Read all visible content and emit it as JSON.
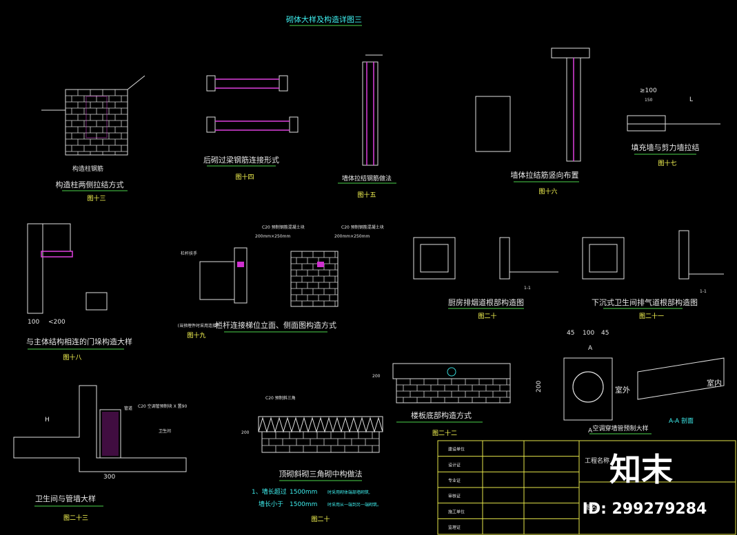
{
  "sheet": {
    "title": "砌体大样及构造详图三"
  },
  "details": [
    {
      "id": "d13",
      "title": "构造柱两侧拉结方式",
      "fig": "图十三",
      "sub": "构造柱钢筋"
    },
    {
      "id": "d14",
      "title": "后砌过梁钢筋连接形式",
      "fig": "图十四",
      "sub": ""
    },
    {
      "id": "d15",
      "title": "墙体拉结钢筋做法",
      "fig": "图十五",
      "sub": ""
    },
    {
      "id": "d16",
      "title": "墙体拉结筋竖向布置",
      "fig": "图十六",
      "sub": ""
    },
    {
      "id": "d17",
      "title": "填充墙与剪力墙拉结",
      "fig": "图十七",
      "sub": ""
    },
    {
      "id": "d18",
      "title": "与主体结构相连的门垛构造大样",
      "fig": "图十八",
      "sub": ""
    },
    {
      "id": "d19",
      "title": "栏杆连接梯位立面、侧面图构造方式",
      "fig": "图十九",
      "sub": "(当预埋件时采用连接件)"
    },
    {
      "id": "d20",
      "title": "厨房排烟道根部构造图",
      "fig": "图二十",
      "sub": ""
    },
    {
      "id": "d21",
      "title": "下沉式卫生间排气道根部构造图",
      "fig": "图二十一",
      "sub": ""
    },
    {
      "id": "d22",
      "title": "楼板底部构造方式",
      "fig": "图二十二",
      "sub": ""
    },
    {
      "id": "d23",
      "title": "卫生间与管墙大样",
      "fig": "图二十三",
      "sub": ""
    },
    {
      "id": "d24",
      "title": "顶砌斜砌三角砌中构做法",
      "fig": "图二十",
      "sub": ""
    },
    {
      "id": "d25",
      "title": "空调穿墙管预制大样",
      "fig": "",
      "sub": "A-A 剖面"
    }
  ],
  "labels": {
    "outdoor": "室外",
    "indoor": "室内",
    "section_a": "A",
    "dim_45": "45",
    "dim_100": "100",
    "dim_200": "200",
    "dim_150": "150",
    "dim_300": "300",
    "dim_L": "L",
    "dim_ge100": "≥100",
    "dim_lt200": "<200",
    "dim_H": "H",
    "note_1": "1、墙长超过",
    "note_1_val": "1500mm",
    "note_2": "墙长小于",
    "note_2_val": "1500mm",
    "note_line1": "时采用砌体端部墙砌筑,",
    "note_line2": "时采用从一端到另一端砌筑。",
    "c20_1": "C20 预制钢筋混凝土块",
    "c20_2": "C20 预制钢筋混凝土块",
    "size_200": "200mm×250mm",
    "size_200b": "200mm×250mm",
    "triangle": "C20 预制斜三角",
    "railing": "栏杆扶手",
    "toilet": "卫生间",
    "one_one": "1-1",
    "gangdao": "管道",
    "c20_tube": "C20 空调管预制块 X 置90"
  },
  "titleblock": {
    "rows": [
      "建设单位",
      "设计证",
      "专业证",
      "审核证",
      "施工单位",
      "监理证"
    ],
    "project_label": "工程名称",
    "drawing_label": "图名"
  },
  "brand": {
    "logo": "知末",
    "id": "ID: 299279284"
  }
}
